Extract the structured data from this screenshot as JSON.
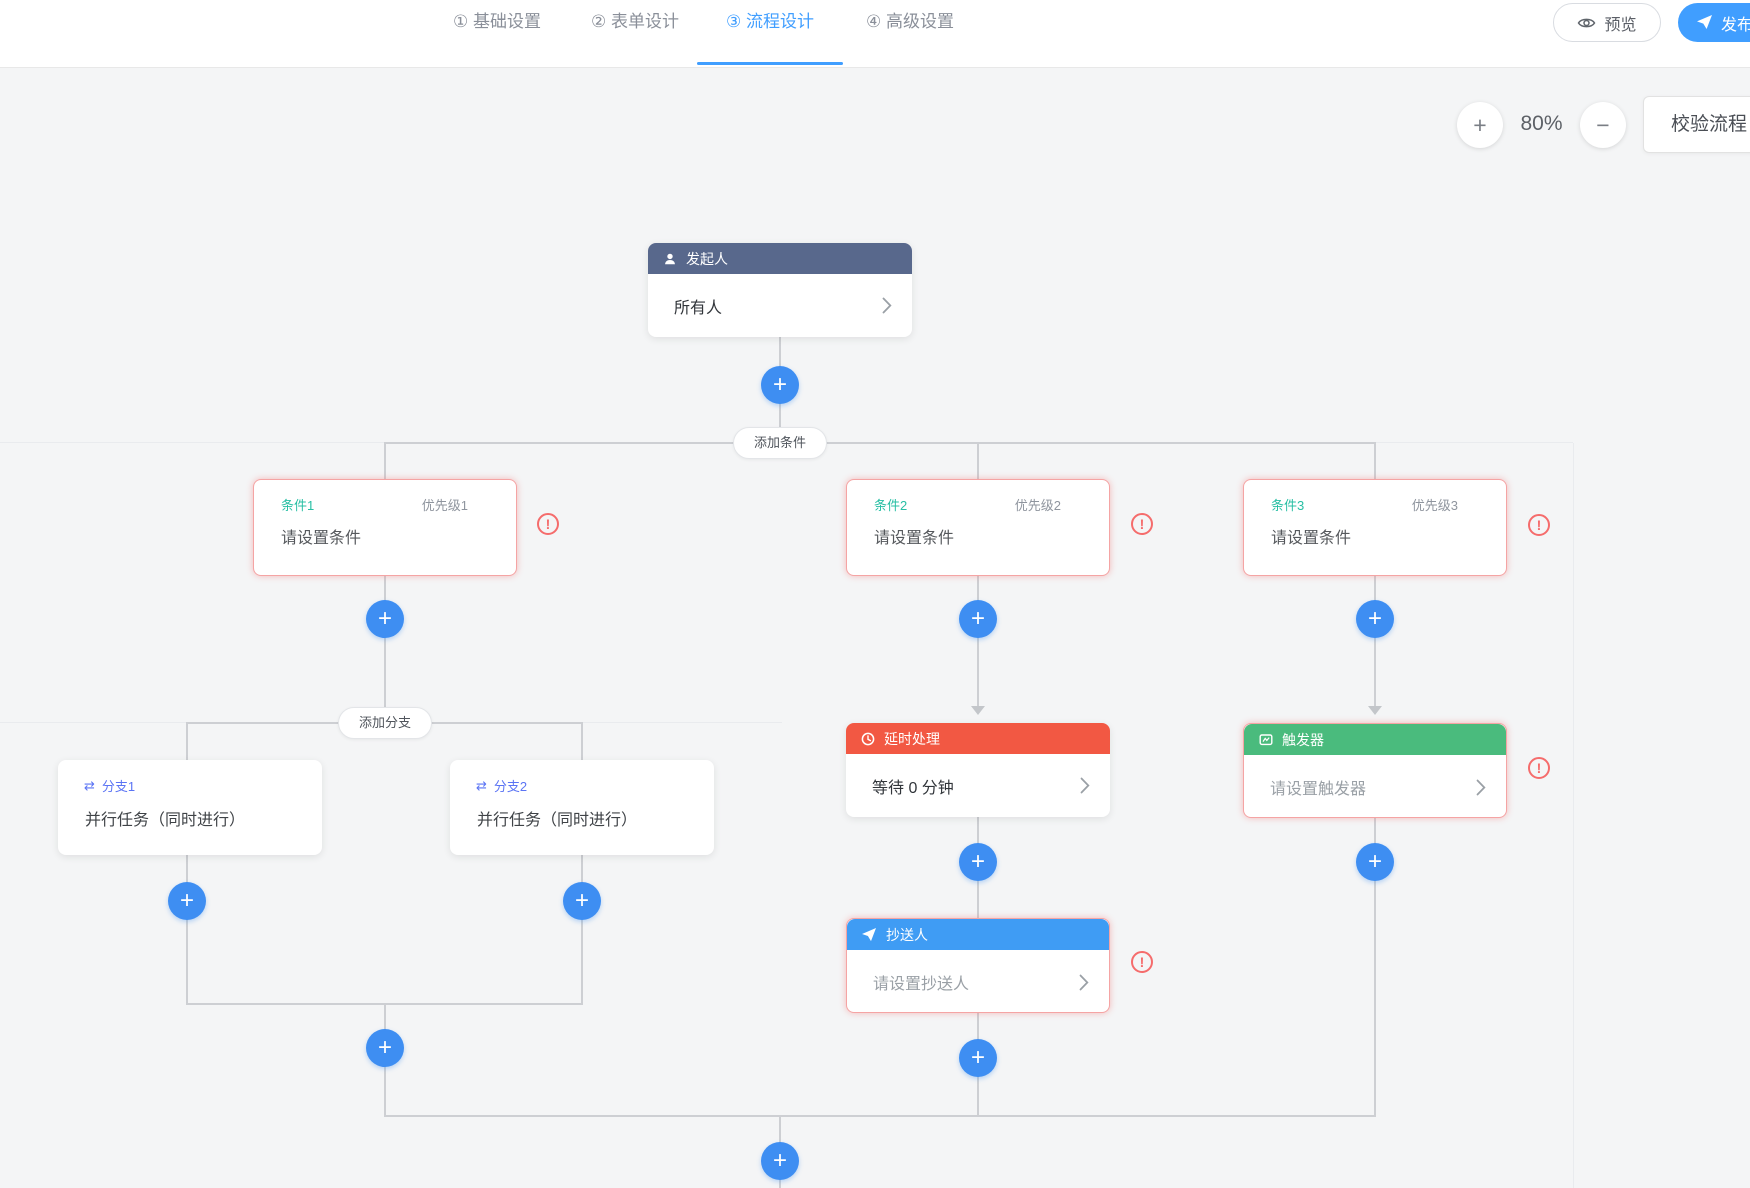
{
  "nav": {
    "tabs": [
      {
        "label": "① 基础设置",
        "active": false
      },
      {
        "label": "② 表单设计",
        "active": false
      },
      {
        "label": "③ 流程设计",
        "active": true
      },
      {
        "label": "④ 高级设置",
        "active": false
      }
    ],
    "preview_label": "预览",
    "publish_label": "发布"
  },
  "toolbar": {
    "zoom_in_glyph": "+",
    "zoom_level": "80%",
    "zoom_out_glyph": "−",
    "validate_label": "校验流程"
  },
  "flow": {
    "plus_glyph": "+",
    "warning_glyph": "!",
    "add_condition_label": "添加条件",
    "add_branch_label": "添加分支",
    "start": {
      "title": "发起人",
      "content": "所有人"
    },
    "conditions": [
      {
        "title": "条件1",
        "priority": "优先级1",
        "content": "请设置条件"
      },
      {
        "title": "条件2",
        "priority": "优先级2",
        "content": "请设置条件"
      },
      {
        "title": "条件3",
        "priority": "优先级3",
        "content": "请设置条件"
      }
    ],
    "branches": [
      {
        "title": "分支1",
        "icon_glyph": "⇄",
        "content": "并行任务（同时进行）"
      },
      {
        "title": "分支2",
        "icon_glyph": "⇄",
        "content": "并行任务（同时进行）"
      }
    ],
    "delay": {
      "title": "延时处理",
      "content": "等待 0 分钟"
    },
    "cc": {
      "title": "抄送人",
      "content": "请设置抄送人"
    },
    "trigger": {
      "title": "触发器",
      "content": "请设置触发器"
    }
  },
  "icons": {
    "preview": "eye-icon",
    "publish": "paper-plane-icon",
    "start_header": "user-icon",
    "delay_header": "clock-icon",
    "cc_header": "paper-plane-icon",
    "trigger_header": "monitor-icon",
    "branch_item": "parallel-arrows-icon",
    "warning": "exclamation-circle-icon",
    "row_chevron": "chevron-right-icon"
  },
  "colors": {
    "tab_active": "#409eff",
    "plus_button": "#3e8ef2",
    "start_header": "#58688c",
    "delay_header": "#f25843",
    "cc_header": "#3f9cf4",
    "trigger_header": "#4abb7d",
    "condition_title": "#28bfa4",
    "branch_title": "#5b74f4",
    "warning": "#f56c6c",
    "connector": "#cdcfd3",
    "canvas_bg": "#f4f5f6"
  }
}
